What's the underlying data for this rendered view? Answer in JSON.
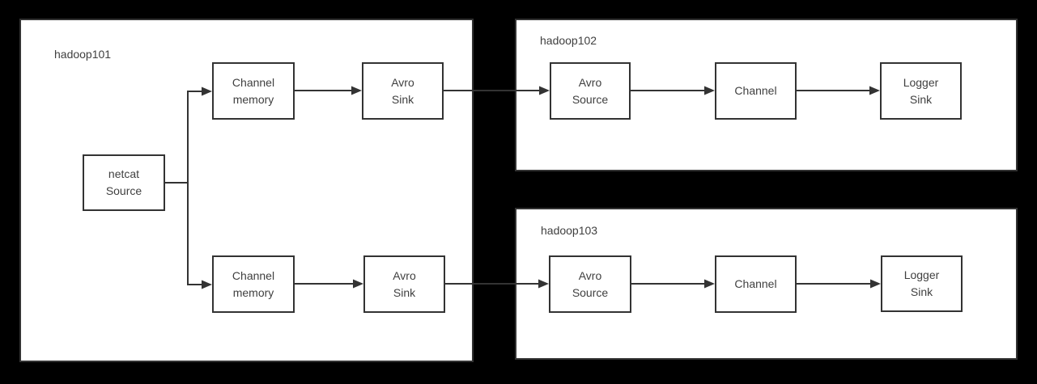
{
  "colors": {
    "background": "#000000",
    "panel_background": "#ffffff",
    "stroke": "#333333",
    "text": "#404040"
  },
  "diagram": {
    "panels": [
      {
        "id": "hadoop101",
        "label": "hadoop101",
        "nodes": [
          {
            "id": "netcat-source",
            "label": "netcat\nSource"
          },
          {
            "id": "channel-memory-top",
            "label": "Channel\nmemory"
          },
          {
            "id": "avro-sink-top",
            "label": "Avro\nSink"
          },
          {
            "id": "channel-memory-bottom",
            "label": "Channel\nmemory"
          },
          {
            "id": "avro-sink-bottom",
            "label": "Avro\nSink"
          }
        ]
      },
      {
        "id": "hadoop102",
        "label": "hadoop102",
        "nodes": [
          {
            "id": "avro-source-hadoop102",
            "label": "Avro\nSource"
          },
          {
            "id": "channel-hadoop102",
            "label": "Channel"
          },
          {
            "id": "logger-sink-hadoop102",
            "label": "Logger\nSink"
          }
        ]
      },
      {
        "id": "hadoop103",
        "label": "hadoop103",
        "nodes": [
          {
            "id": "avro-source-hadoop103",
            "label": "Avro\nSource"
          },
          {
            "id": "channel-hadoop103",
            "label": "Channel"
          },
          {
            "id": "logger-sink-hadoop103",
            "label": "Logger\nSink"
          }
        ]
      }
    ],
    "edges": [
      {
        "from": "netcat-source",
        "to": "channel-memory-top"
      },
      {
        "from": "netcat-source",
        "to": "channel-memory-bottom"
      },
      {
        "from": "channel-memory-top",
        "to": "avro-sink-top"
      },
      {
        "from": "avro-sink-top",
        "to": "avro-source-hadoop102"
      },
      {
        "from": "avro-source-hadoop102",
        "to": "channel-hadoop102"
      },
      {
        "from": "channel-hadoop102",
        "to": "logger-sink-hadoop102"
      },
      {
        "from": "channel-memory-bottom",
        "to": "avro-sink-bottom"
      },
      {
        "from": "avro-sink-bottom",
        "to": "avro-source-hadoop103"
      },
      {
        "from": "avro-source-hadoop103",
        "to": "channel-hadoop103"
      },
      {
        "from": "channel-hadoop103",
        "to": "logger-sink-hadoop103"
      }
    ]
  }
}
